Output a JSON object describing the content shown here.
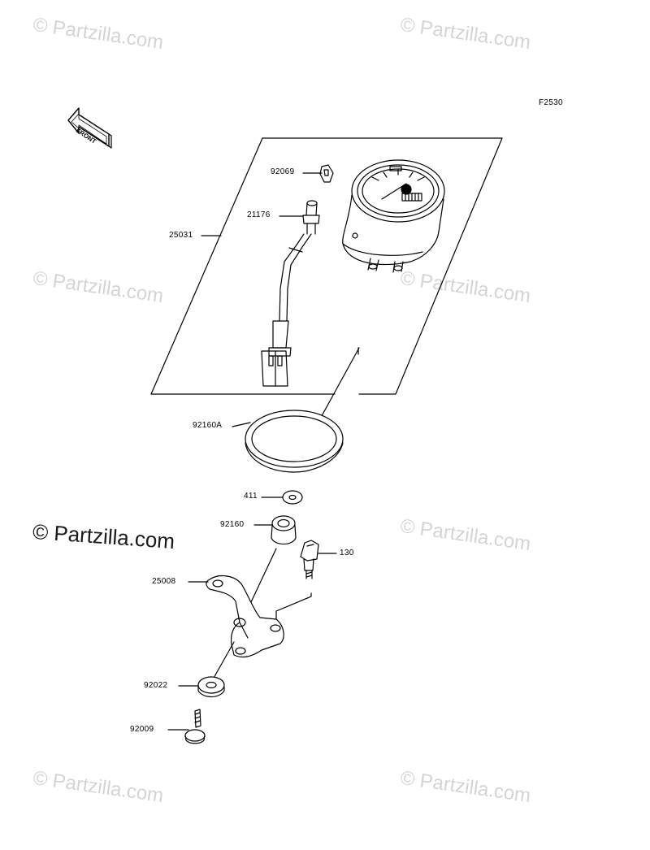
{
  "watermark": {
    "text": "© Partzilla.com",
    "prominent_text": "© Partzilla.com"
  },
  "figure_code": "F2530",
  "front_indicator": "FRONT",
  "parts": [
    {
      "id": "p92069",
      "number": "92069"
    },
    {
      "id": "p21176",
      "number": "21176"
    },
    {
      "id": "p25031",
      "number": "25031"
    },
    {
      "id": "p92160A",
      "number": "92160A"
    },
    {
      "id": "p411",
      "number": "411"
    },
    {
      "id": "p92160",
      "number": "92160"
    },
    {
      "id": "p130",
      "number": "130"
    },
    {
      "id": "p25008",
      "number": "25008"
    },
    {
      "id": "p92022",
      "number": "92022"
    },
    {
      "id": "p92009",
      "number": "92009"
    }
  ],
  "colors": {
    "line": "#000000",
    "watermark": "#d4d4d4"
  }
}
